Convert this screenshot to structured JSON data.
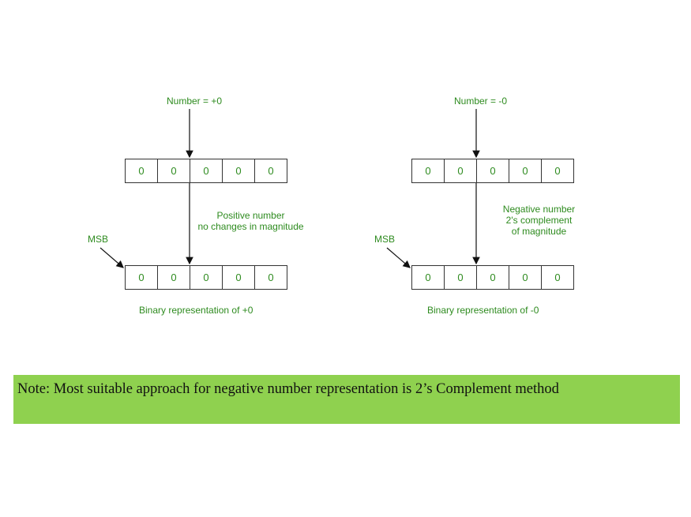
{
  "left": {
    "title": "Number = +0",
    "top_bits": [
      "0",
      "0",
      "0",
      "0",
      "0"
    ],
    "middle_lines": [
      "Positive number",
      "no changes in magnitude"
    ],
    "msb_label": "MSB",
    "bottom_bits": [
      "0",
      "0",
      "0",
      "0",
      "0"
    ],
    "caption": "Binary representation of +0"
  },
  "right": {
    "title": "Number = -0",
    "top_bits": [
      "0",
      "0",
      "0",
      "0",
      "0"
    ],
    "middle_lines": [
      "Negative number",
      "2's complement",
      "of magnitude"
    ],
    "msb_label": "MSB",
    "bottom_bits": [
      "0",
      "0",
      "0",
      "0",
      "0"
    ],
    "caption": "Binary representation of -0"
  },
  "note": "Note: Most suitable approach for negative number representation is 2’s Complement method",
  "colors": {
    "label": "#2e8b1f",
    "note_bg": "#8fd14f",
    "line": "#333333"
  }
}
